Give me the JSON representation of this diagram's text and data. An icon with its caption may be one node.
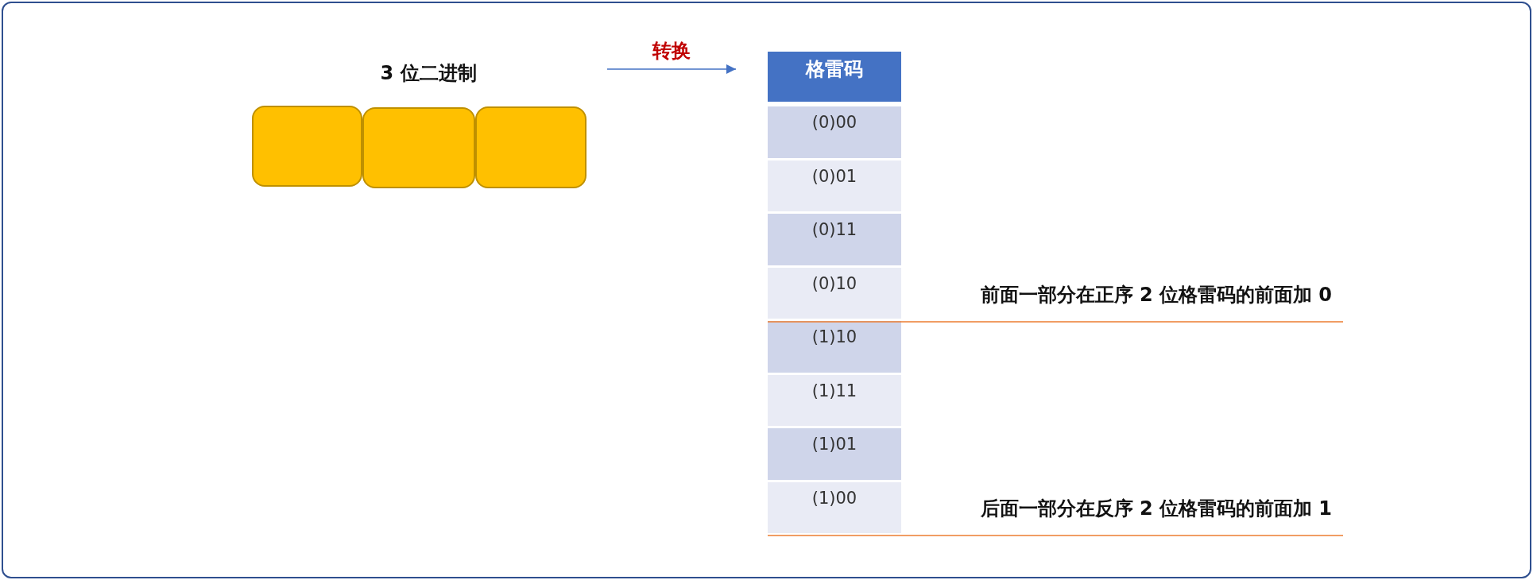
{
  "diagram": {
    "nodes": [
      {
        "text": [],
        "shape": "box"
      },
      {
        "text": [],
        "shape": "box"
      },
      {
        "text": [],
        "shape": "box"
      },
      {
        "text": [
          "格雷码"
        ]
      }
    ],
    "edges": [
      {
        "from": null,
        "to": 3,
        "arrow": "to",
        "label": "转换"
      }
    ],
    "labels": [
      "3 位二进制",
      "(0)00",
      "(0)01",
      "(0)11",
      "(0)10",
      "(1)10",
      "(1)11",
      "(1)01",
      "(1)00",
      "前面一部分在正序 2 位格雷码的前面加 0",
      "后面一部分在反序 2 位格雷码的前面加 1"
    ]
  }
}
